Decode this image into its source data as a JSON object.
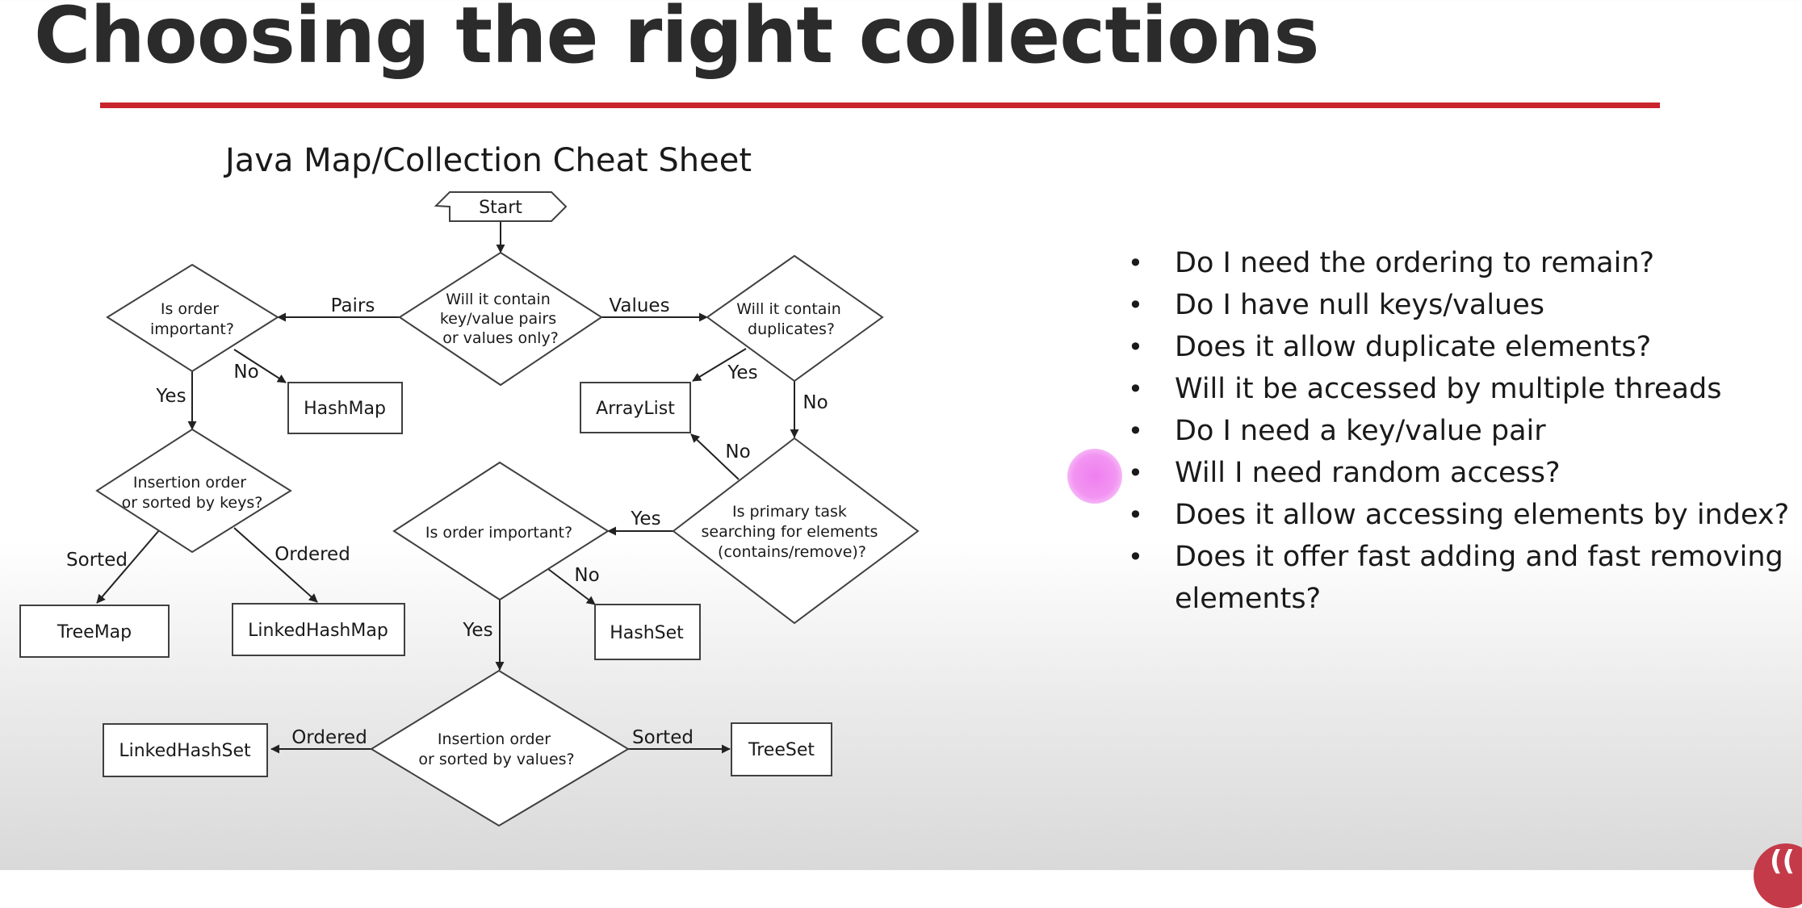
{
  "slide": {
    "title": "Choosing the right collections",
    "accent_color": "#c9232c"
  },
  "diagram": {
    "title": "Java Map/Collection Cheat Sheet",
    "nodes": {
      "start": "Start",
      "kv_or_values": [
        "Will it contain",
        "key/value pairs",
        "or values only?"
      ],
      "order_important_pairs": [
        "Is order",
        "important?"
      ],
      "contain_duplicates": [
        "Will it contain",
        "duplicates?"
      ],
      "insertion_or_sorted_keys": [
        "Insertion order",
        "or sorted by keys?"
      ],
      "primary_task_searching": [
        "Is primary task",
        "searching for elements",
        "(contains/remove)?"
      ],
      "order_important_values": "Is order important?",
      "insertion_or_sorted_values": [
        "Insertion order",
        "or sorted by values?"
      ]
    },
    "terminals": {
      "hashmap": "HashMap",
      "arraylist": "ArrayList",
      "treemap": "TreeMap",
      "linkedhashmap": "LinkedHashMap",
      "hashset": "HashSet",
      "linkedhashset": "LinkedHashSet",
      "treeset": "TreeSet"
    },
    "edge_labels": {
      "pairs": "Pairs",
      "values": "Values",
      "no_hashmap": "No",
      "yes_insertion_keys": "Yes",
      "yes_arraylist": "Yes",
      "no_primary_task": "No",
      "no_arraylist": "No",
      "yes_order_values": "Yes",
      "sorted_treemap": "Sorted",
      "ordered_linkedhashmap": "Ordered",
      "no_hashset": "No",
      "yes_insertion_values": "Yes",
      "ordered_linkedhashset": "Ordered",
      "sorted_treeset": "Sorted"
    }
  },
  "questions": [
    "Do I need the ordering to remain?",
    "Do I have null keys/values",
    "Does it allow duplicate elements?",
    "Will it be accessed by multiple threads",
    "Do I need a key/value pair",
    "Will I need random access?",
    "Does it allow accessing elements by index?",
    "Does it offer fast adding and fast removing elements?"
  ],
  "icons": {
    "cursor": "pointer-highlight-icon",
    "logo": "brand-logo-icon"
  }
}
